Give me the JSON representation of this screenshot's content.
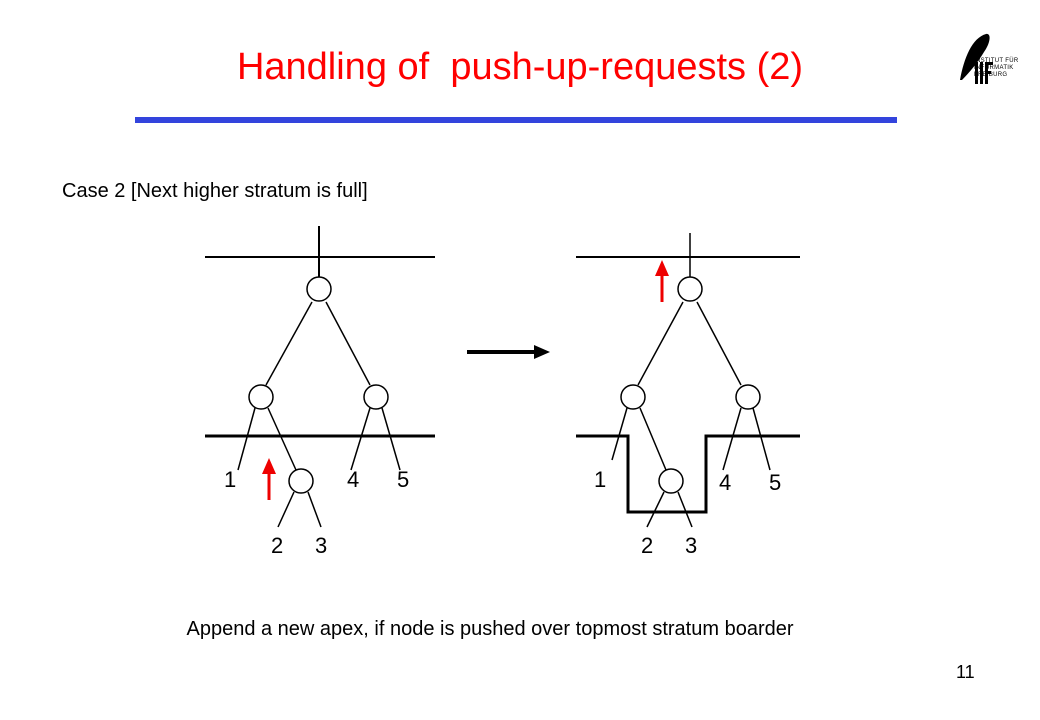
{
  "slide": {
    "title": "Handling of  push-up-requests (2)",
    "subtitle": "Case 2 [Next higher stratum is full]",
    "caption": "Append a new apex, if node is pushed over topmost stratum boarder",
    "page_number": "11",
    "logo_text": "INSTITUT FÜR\nINFORMATIK\nFREIBURG"
  },
  "diagram": {
    "before_labels": {
      "l1": "1",
      "l4": "4",
      "l5": "5",
      "l2": "2",
      "l3": "3"
    },
    "after_labels": {
      "l1": "1",
      "l4": "4",
      "l5": "5",
      "l2": "2",
      "l3": "3"
    }
  },
  "colors": {
    "title": "#ff0000",
    "rule": "#3344dd",
    "arrow_push": "#ee0000",
    "lines": "#000000"
  }
}
